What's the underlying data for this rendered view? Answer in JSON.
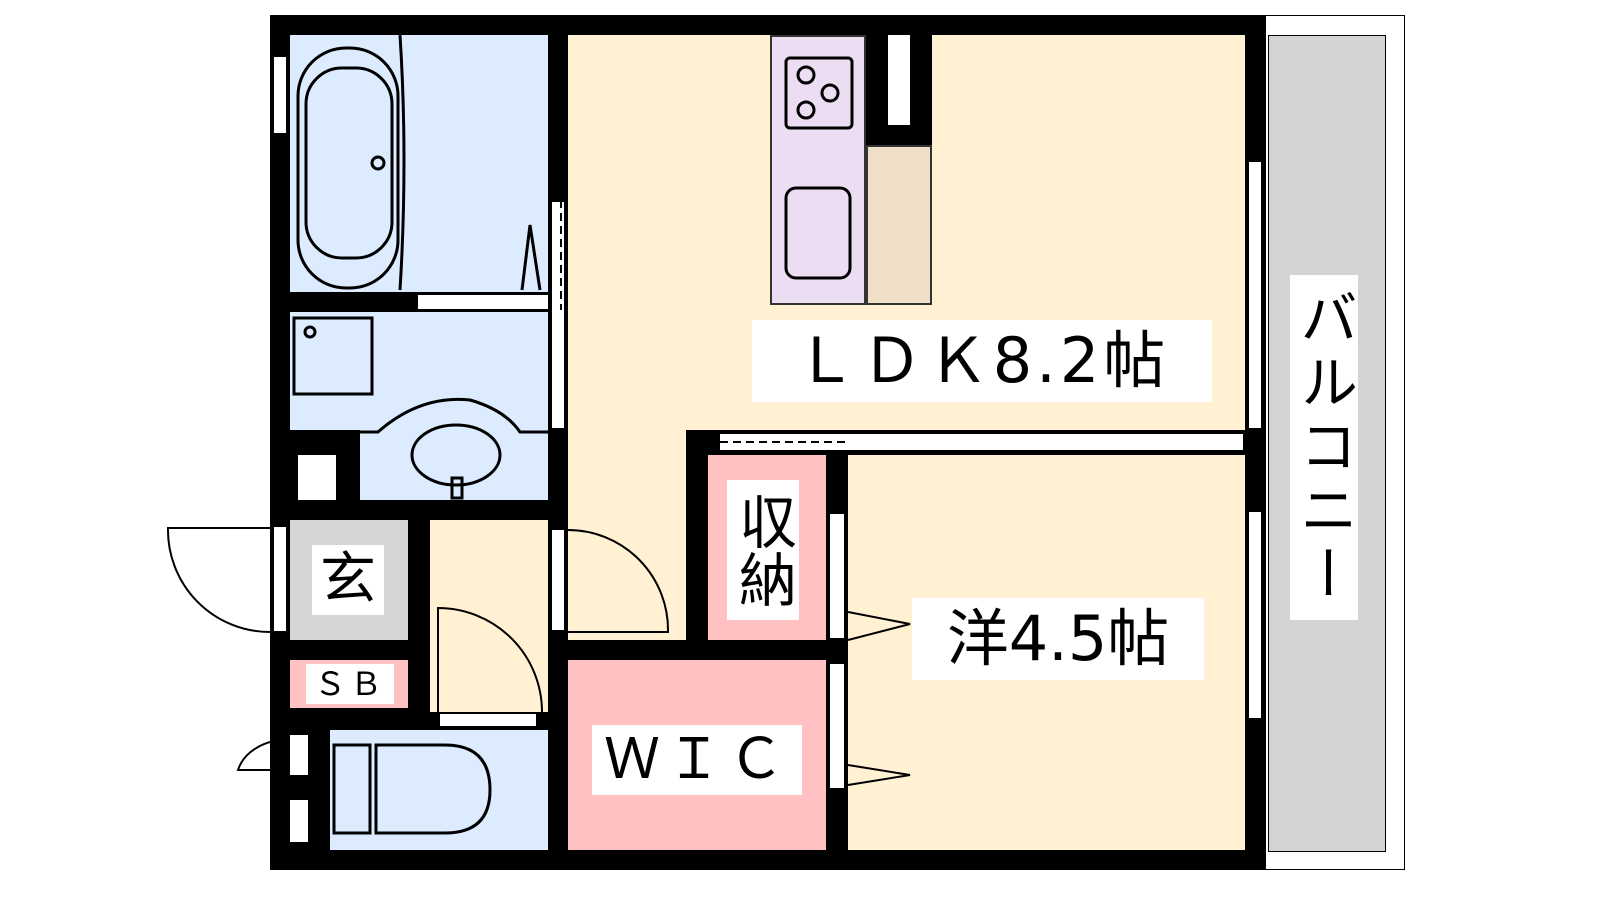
{
  "rooms": {
    "ldk": "ＬＤＫ8.2帖",
    "western": "洋4.5帖",
    "storage": "収納",
    "wic": "ＷＩＣ",
    "entrance": "玄",
    "shoe_box": "ＳＢ",
    "balcony": "バルコニー"
  },
  "colors": {
    "wet_area": "#DCEBFE",
    "living": "#FFF1D2",
    "kitchen": "#ECDDF3",
    "counter": "#EEDFC6",
    "storage": "#FFC1C1",
    "entrance": "#D6D6D6",
    "balcony": "#D3D3D3"
  }
}
